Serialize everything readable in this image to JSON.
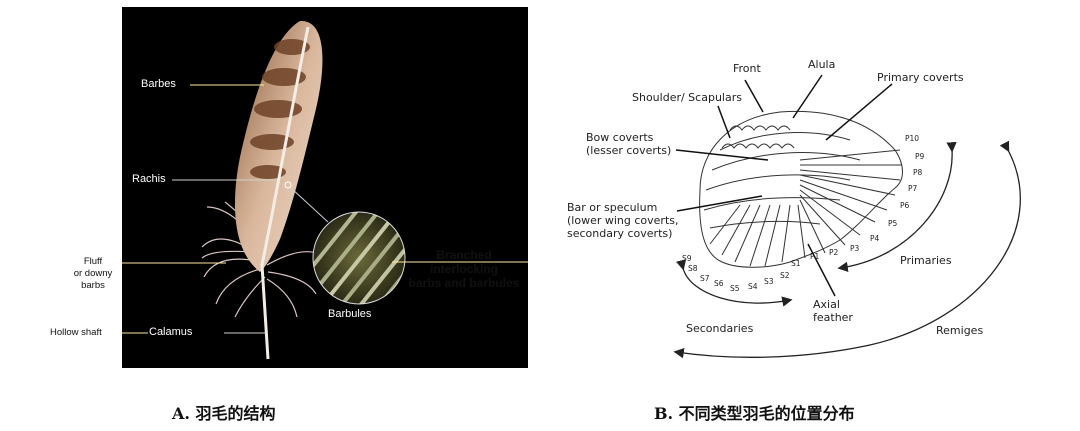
{
  "panel_a": {
    "labels": {
      "barbes": "Barbes",
      "rachis": "Rachis",
      "fluff": "Fluff\nor downy\nbarbs",
      "hollow_shaft": "Hollow shaft",
      "calamus": "Calamus",
      "branched": "Branched\ninterlocking\nbarbs and barbules",
      "barbules": "Barbules"
    },
    "caption": "A. 羽毛的结构"
  },
  "panel_b": {
    "labels": {
      "front": "Front",
      "alula": "Alula",
      "primary_coverts": "Primary coverts",
      "shoulder": "Shoulder/ Scapulars",
      "bow_coverts": "Bow coverts\n(lesser coverts)",
      "bar": "Bar or speculum\n(lower wing coverts,\nsecondary coverts)",
      "primaries": "Primaries",
      "remiges": "Remiges",
      "secondaries": "Secondaries",
      "axial": "Axial\nfeather"
    },
    "primary_ids": [
      "P10",
      "P9",
      "P8",
      "P7",
      "P6",
      "P5",
      "P4",
      "P3",
      "P2",
      "P1"
    ],
    "secondary_ids": [
      "S1",
      "S2",
      "S3",
      "S4",
      "S5",
      "S6",
      "S7",
      "S8",
      "S9"
    ],
    "caption": "B. 不同类型羽毛的位置分布"
  }
}
